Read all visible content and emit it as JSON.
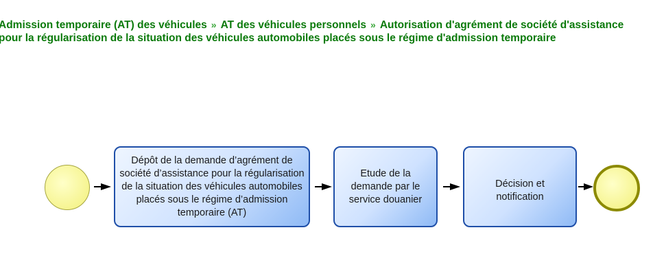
{
  "breadcrumb": {
    "items": [
      "Admission temporaire (AT) des véhicules",
      "AT des véhicules personnels",
      "Autorisation d'agrément de société d'assistance pour la régularisation de la situation des véhicules automobiles placés sous le régime d'admission temporaire"
    ],
    "separator": "»"
  },
  "diagram": {
    "steps": [
      "Dépôt de la demande d’agrément de société d’assistance pour la régularisation de la situation des véhicules automobiles placés sous le régime d’admission temporaire (AT)",
      "Etude de la demande par le service douanier",
      "Décision et notification"
    ]
  }
}
